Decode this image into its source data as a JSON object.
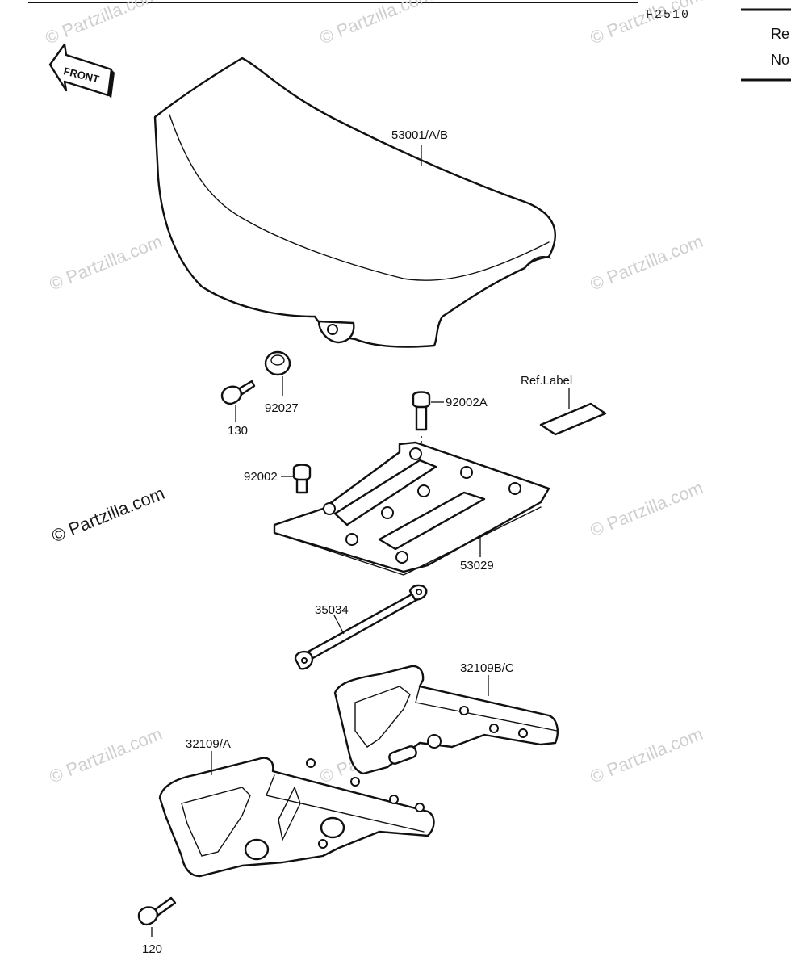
{
  "diagram_code": "F2510",
  "side_panel": {
    "line1": "Re",
    "line2": "No"
  },
  "front_label": "FRONT",
  "callouts": {
    "seat": "53001/A/B",
    "collar": "92027",
    "bolt_130": "130",
    "ref_label": "Ref.Label",
    "bolt_92002a": "92002A",
    "bolt_92002": "92002",
    "plate": "53029",
    "rod": "35034",
    "bracket_bc": "32109B/C",
    "bracket_a": "32109/A",
    "bolt_120": "120"
  },
  "watermarks": {
    "main": "© Partzilla.com",
    "small": "© Partzilla.com"
  }
}
